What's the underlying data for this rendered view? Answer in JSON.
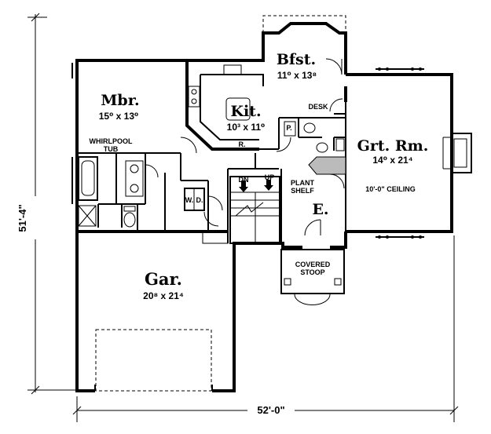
{
  "rooms": {
    "breakfast": {
      "name": "Bfst.",
      "dims": "11⁰ x 13⁸"
    },
    "kitchen": {
      "name": "Kit.",
      "dims": "10³ x 11⁰"
    },
    "master_bedroom": {
      "name": "Mbr.",
      "dims": "15⁰ x 13⁰"
    },
    "great_room": {
      "name": "Grt. Rm.",
      "dims": "14⁰ x 21⁴",
      "ceiling": "10'-0\" CEILING"
    },
    "garage": {
      "name": "Gar.",
      "dims": "20⁸ x 21⁴"
    },
    "entry": {
      "name": "E."
    }
  },
  "labels": {
    "desk": "DESK",
    "pantry": "P.",
    "refrigerator": "R.",
    "whirlpool_line1": "WHIRLPOOL",
    "whirlpool_line2": "TUB",
    "down": "DN",
    "up": "UP",
    "plant_line1": "PLANT",
    "plant_line2": "SHELF",
    "washer": "W.",
    "dryer": "D.",
    "stoop_line1": "COVERED",
    "stoop_line2": "STOOP"
  },
  "dimensions": {
    "overall_width": "52'-0\"",
    "overall_depth": "51'-4\""
  }
}
